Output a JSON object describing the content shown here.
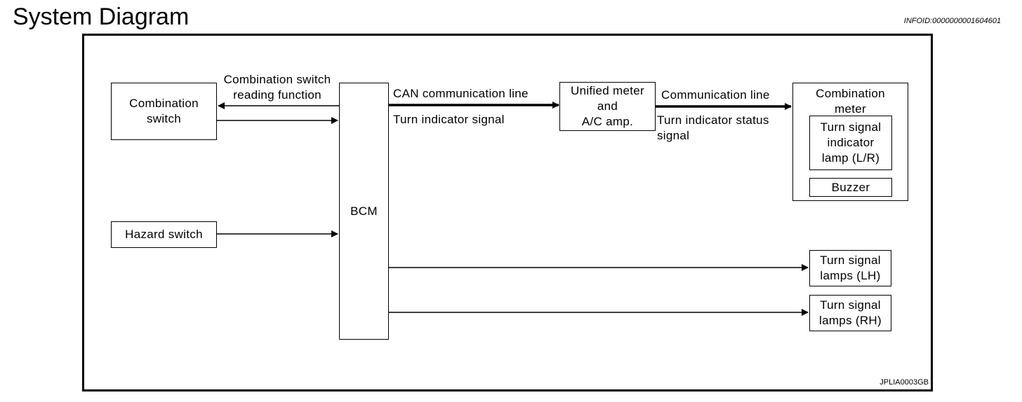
{
  "header": {
    "title": "System Diagram",
    "info_id": "INFOID:0000000001604601"
  },
  "diagram": {
    "blocks": {
      "combination_switch": "Combination\nswitch",
      "hazard_switch": "Hazard switch",
      "bcm": "BCM",
      "unified_meter": "Unified meter\nand\nA/C amp.",
      "combination_meter": "Combination\nmeter",
      "turn_signal_indicator_lamp": "Turn signal\nindicator\nlamp (L/R)",
      "buzzer": "Buzzer",
      "turn_signal_lamps_lh": "Turn signal\nlamps (LH)",
      "turn_signal_lamps_rh": "Turn signal\nlamps (RH)"
    },
    "labels": {
      "combination_switch_reading": "Combination switch\nreading function",
      "can_line": "CAN communication line",
      "turn_indicator_signal": "Turn indicator signal",
      "communication_line": "Communication line",
      "turn_indicator_status": "Turn indicator status\nsignal"
    },
    "figure_code": "JPLIA0003GB"
  }
}
